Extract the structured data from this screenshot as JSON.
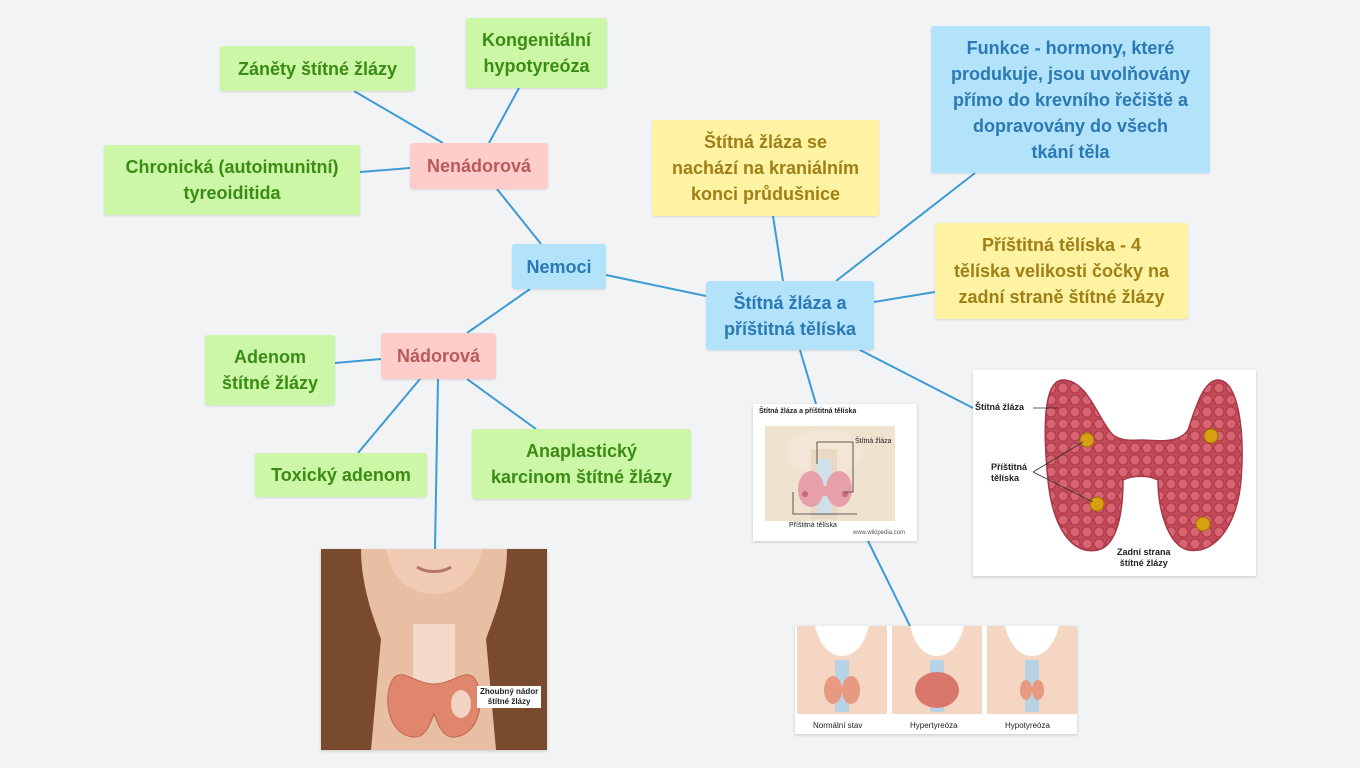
{
  "center": {
    "label": "Štítná žláza a\npříštitná tělíska"
  },
  "nemoci": {
    "label": "Nemoci"
  },
  "nenadorova": {
    "label": "Nenádorová"
  },
  "nadorova": {
    "label": "Nádorová"
  },
  "nenadorova_children": {
    "zanety": "Záněty štítné žlázy",
    "kongenitalni": "Kongenitální\nhypotyreóza",
    "chronicka": "Chronická (autoimunitní)\ntyreoiditida"
  },
  "nadorova_children": {
    "adenom": "Adenom\nštítné žlázy",
    "toxicky": "Toxický adenom",
    "anaplasticky": "Anaplastický\nkarcinom štítné žlázy"
  },
  "facts": {
    "funkce": "Funkce - hormony, které\nprodukuje, jsou uvolňovány\npřímo do krevního řečiště a\ndopravovány do všech\ntkání těla",
    "lokalizace": "Štítná žláza se\nnachází na kraniálním\nkonci průdušnice",
    "pristitna": "Příštitná tělíska - 4\ntělíska velikosti čočky na\nzadní straně štítné žlázy"
  },
  "images": {
    "wiki": {
      "title": "Štítná žláza a příštitná tělíska",
      "label_top": "Štítná žláza",
      "label_bottom": "Příštitná tělíska",
      "source": "www.wikipedia.com"
    },
    "back": {
      "label_thyroid": "Štítná žláza",
      "label_para": "Příštitná\ntělíska",
      "label_back": "Zadní strana\nštítné žlázy"
    },
    "states": {
      "labels": [
        "Normální stav",
        "Hypertyreóza",
        "Hypotyreóza"
      ]
    },
    "tumor": {
      "label": "Zhoubný nádor\nštítné žlázy"
    }
  },
  "colors": {
    "link": "#3d9bd4",
    "green_bg": "#ccf7a7",
    "green_text": "#3a8c14",
    "pink_bg": "#ffcccc",
    "pink_text": "#b85a5a",
    "blue_bg": "#b3e2fb",
    "blue_text": "#2a79b4",
    "yellow_bg": "#fdf3a2",
    "yellow_text": "#a07f16"
  }
}
